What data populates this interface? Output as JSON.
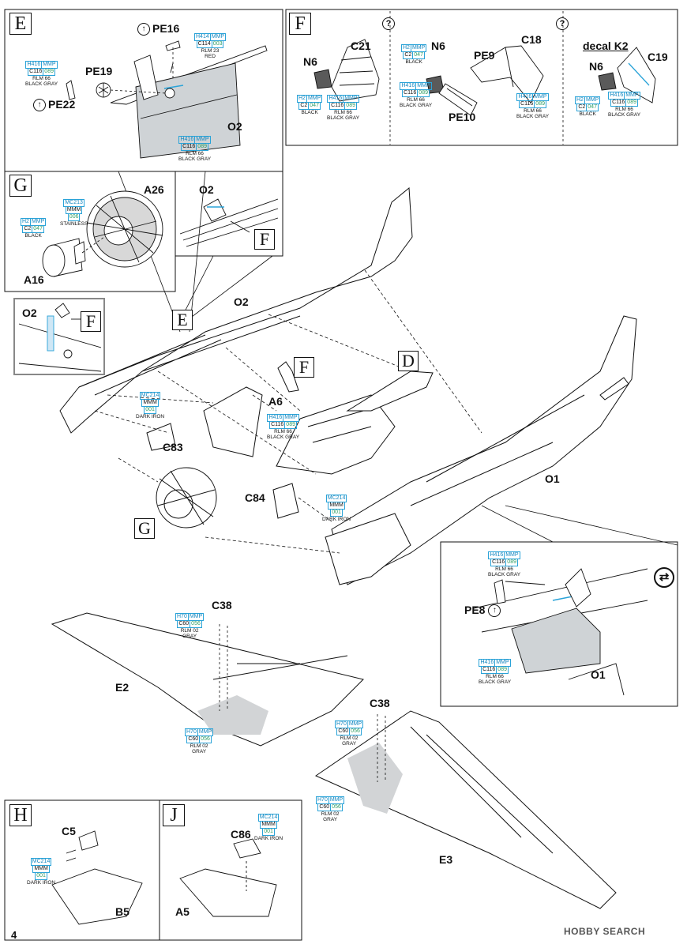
{
  "page": {
    "number": "4"
  },
  "watermark": {
    "text": "HOBBY SEARCH"
  },
  "sections": {
    "E": {
      "letter": "E",
      "parts": {
        "pe16": "PE16",
        "pe19": "PE19",
        "pe22": "PE22",
        "o2": "O2"
      }
    },
    "F": {
      "letter": "F",
      "parts": {
        "n6a": "N6",
        "c21": "C21",
        "n6b": "N6",
        "pe9": "PE9",
        "c18": "C18",
        "pe10": "PE10",
        "decal": "decal K2",
        "n6c": "N6",
        "c19": "C19"
      }
    },
    "G": {
      "letter": "G",
      "parts": {
        "a26": "A26",
        "a16": "A16"
      }
    },
    "O2inset": {
      "part": "O2",
      "ref": "F"
    },
    "O2inset2": {
      "part": "O2",
      "ref": "F"
    },
    "H": {
      "letter": "H",
      "parts": {
        "c5": "C5",
        "b5": "B5"
      }
    },
    "J": {
      "letter": "J",
      "parts": {
        "c86": "C86",
        "a5": "A5"
      }
    }
  },
  "main": {
    "labels": {
      "o2": "O2",
      "a6": "A6",
      "d": "D",
      "f": "F",
      "e": "E",
      "o1": "O1",
      "c83": "C83",
      "c84": "C84",
      "g": "G",
      "c38a": "C38",
      "c38b": "C38",
      "e2": "E2",
      "e3": "E3"
    }
  },
  "pe8_inset": {
    "pe8": "PE8",
    "o1": "O1"
  },
  "color_tags": {
    "h416": {
      "code_l": "H416",
      "code_r": "MMP",
      "sub_l": "C116",
      "sub_r": "089",
      "note1": "RLM 66",
      "note2": "BLACK GRAY"
    },
    "h414": {
      "code_l": "H414",
      "code_r": "MMP",
      "sub_l": "C114",
      "sub_r": "003",
      "note1": "RLM 23",
      "note2": "RED"
    },
    "h2": {
      "code_l": "H2",
      "code_r": "MMP",
      "sub_l": "C2",
      "sub_r": "047",
      "note1": "BLACK",
      "note2": ""
    },
    "h70": {
      "code_l": "H70",
      "code_r": "MMP",
      "sub_l": "C60",
      "sub_r": "056",
      "note1": "RLM 02",
      "note2": "GRAY"
    },
    "mc213": {
      "code": "MC213",
      "mid": "MMM",
      "num": "006",
      "note": "STAINLESS"
    },
    "mc214": {
      "code": "MC214",
      "mid": "MMM",
      "num": "001",
      "note": "DARK IRON"
    }
  },
  "colors": {
    "tag_border": "#2aa3d8",
    "tag_code": "#1587c0",
    "tag_mmp": "#2e9d63",
    "panel_fill": "#cfd3d6",
    "line": "#111111"
  }
}
